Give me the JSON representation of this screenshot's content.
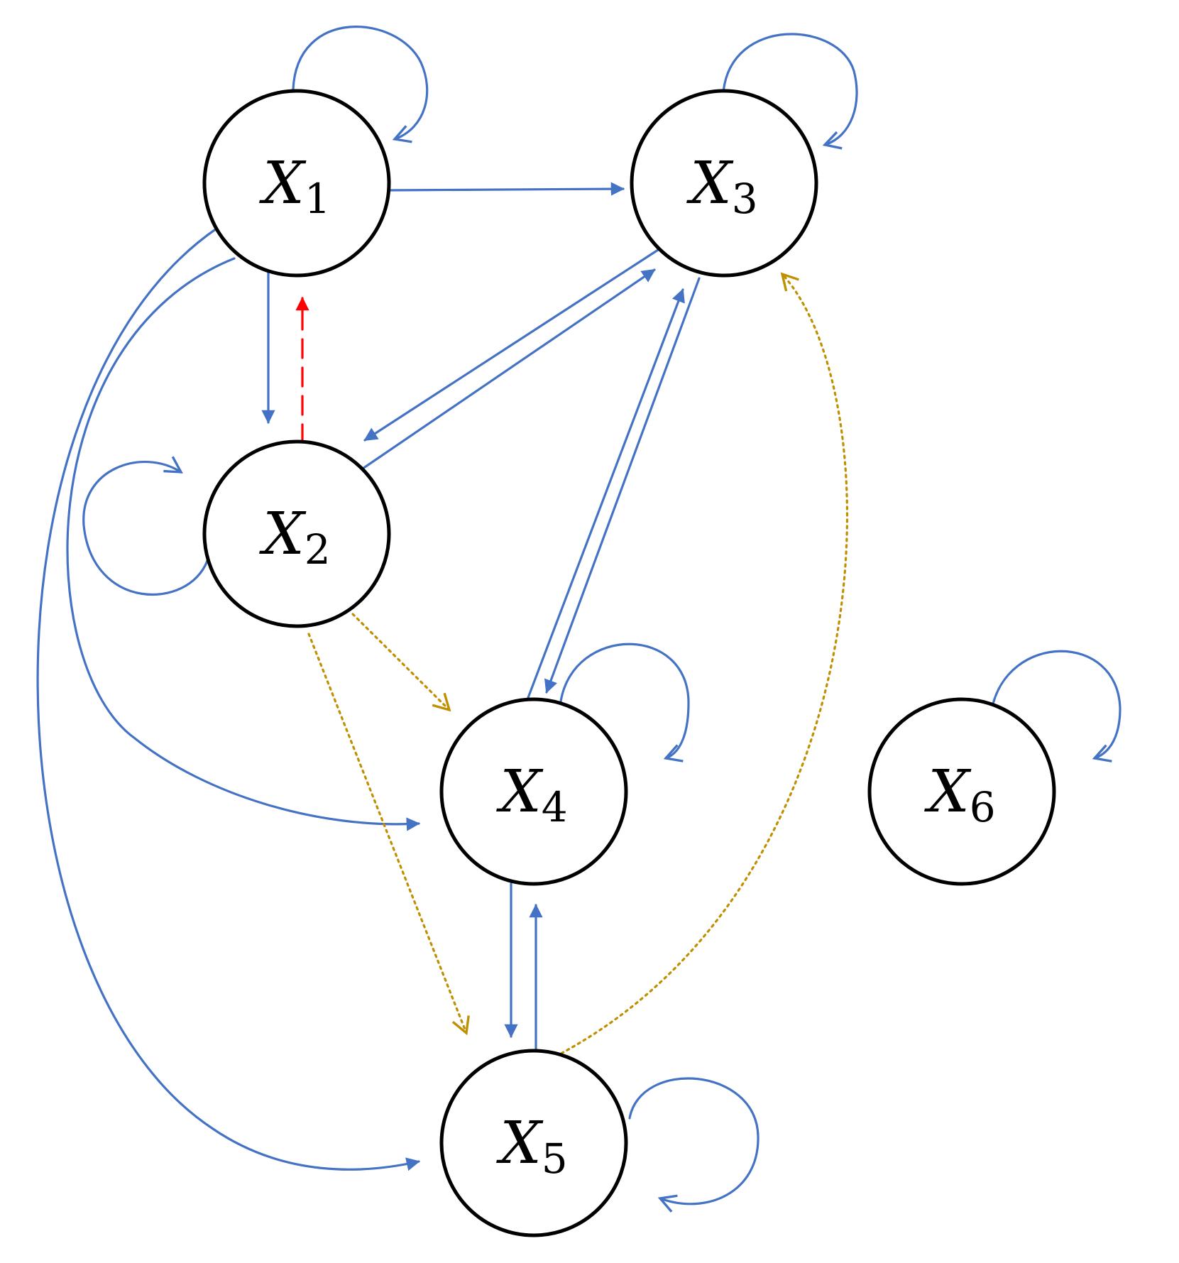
{
  "colors": {
    "blue": "#4472C4",
    "red": "#FF0000",
    "gold": "#BF9000",
    "node_stroke": "#000000"
  },
  "nodes": [
    {
      "id": "x1",
      "base": "X",
      "sub": "1"
    },
    {
      "id": "x2",
      "base": "X",
      "sub": "2"
    },
    {
      "id": "x3",
      "base": "X",
      "sub": "3"
    },
    {
      "id": "x4",
      "base": "X",
      "sub": "4"
    },
    {
      "id": "x5",
      "base": "X",
      "sub": "5"
    },
    {
      "id": "x6",
      "base": "X",
      "sub": "6"
    }
  ],
  "edges": [
    {
      "from": "x1",
      "to": "x3",
      "style": "solid",
      "color": "blue"
    },
    {
      "from": "x1",
      "to": "x2",
      "style": "solid",
      "color": "blue"
    },
    {
      "from": "x2",
      "to": "x1",
      "style": "dashed",
      "color": "red"
    },
    {
      "from": "x3",
      "to": "x2",
      "style": "solid",
      "color": "blue"
    },
    {
      "from": "x2",
      "to": "x3",
      "style": "solid",
      "color": "blue"
    },
    {
      "from": "x3",
      "to": "x4",
      "style": "solid",
      "color": "blue"
    },
    {
      "from": "x4",
      "to": "x3",
      "style": "solid",
      "color": "blue"
    },
    {
      "from": "x1",
      "to": "x4",
      "style": "solid",
      "color": "blue"
    },
    {
      "from": "x1",
      "to": "x5",
      "style": "solid",
      "color": "blue"
    },
    {
      "from": "x2",
      "to": "x4",
      "style": "dotted",
      "color": "gold"
    },
    {
      "from": "x2",
      "to": "x5",
      "style": "dotted",
      "color": "gold"
    },
    {
      "from": "x5",
      "to": "x3",
      "style": "dotted",
      "color": "gold"
    },
    {
      "from": "x4",
      "to": "x5",
      "style": "solid",
      "color": "blue"
    },
    {
      "from": "x5",
      "to": "x4",
      "style": "solid",
      "color": "blue"
    }
  ],
  "self_loops": [
    {
      "node": "x1",
      "color": "blue"
    },
    {
      "node": "x2",
      "color": "blue"
    },
    {
      "node": "x3",
      "color": "blue"
    },
    {
      "node": "x4",
      "color": "blue"
    },
    {
      "node": "x5",
      "color": "blue"
    },
    {
      "node": "x6",
      "color": "blue"
    }
  ]
}
